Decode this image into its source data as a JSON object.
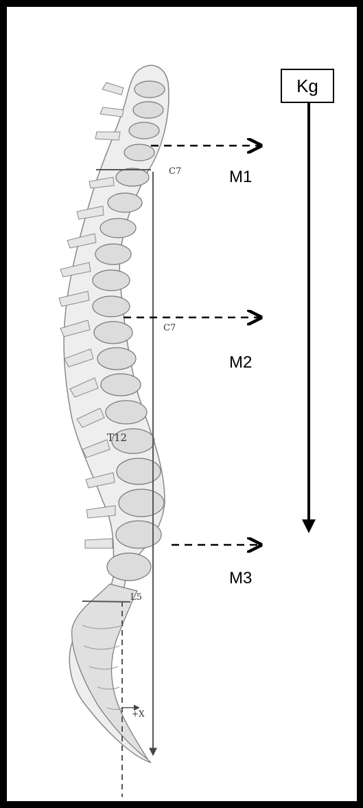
{
  "figure": {
    "weight_label": "Kg",
    "moment_labels": {
      "m1": "M1",
      "m2": "M2",
      "m3": "M3"
    },
    "vertebra_labels": {
      "c7_top": "C7",
      "c7_mid": "C7",
      "t12": "T12",
      "l5": "L5",
      "x_offset": "+X"
    }
  }
}
